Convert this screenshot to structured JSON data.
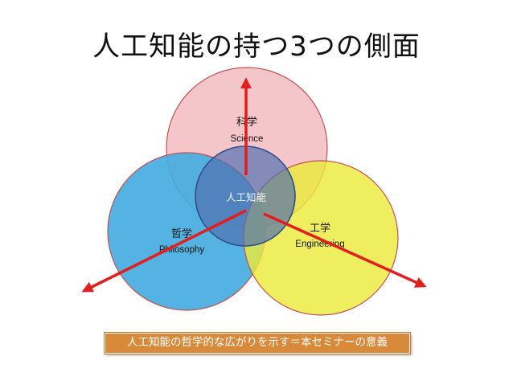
{
  "slide": {
    "title": "人工知能の持つ3つの側面",
    "caption": "人工知能の哲学的な広がりを示す＝本セミナーの意義"
  },
  "diagram": {
    "science": {
      "label_jp": "科学",
      "label_en": "Science",
      "color": "#f2bcc0"
    },
    "philosophy": {
      "label_jp": "哲学",
      "label_en": "Philosophy",
      "color": "#45ace0"
    },
    "engineering": {
      "label_jp": "工学",
      "label_en": "Engineering",
      "color": "#eaea3c"
    },
    "center": {
      "label": "人工知能",
      "color": "#4f6eb0"
    },
    "arrow_color": "#e21e1e",
    "caption_color": "#d9893a"
  }
}
